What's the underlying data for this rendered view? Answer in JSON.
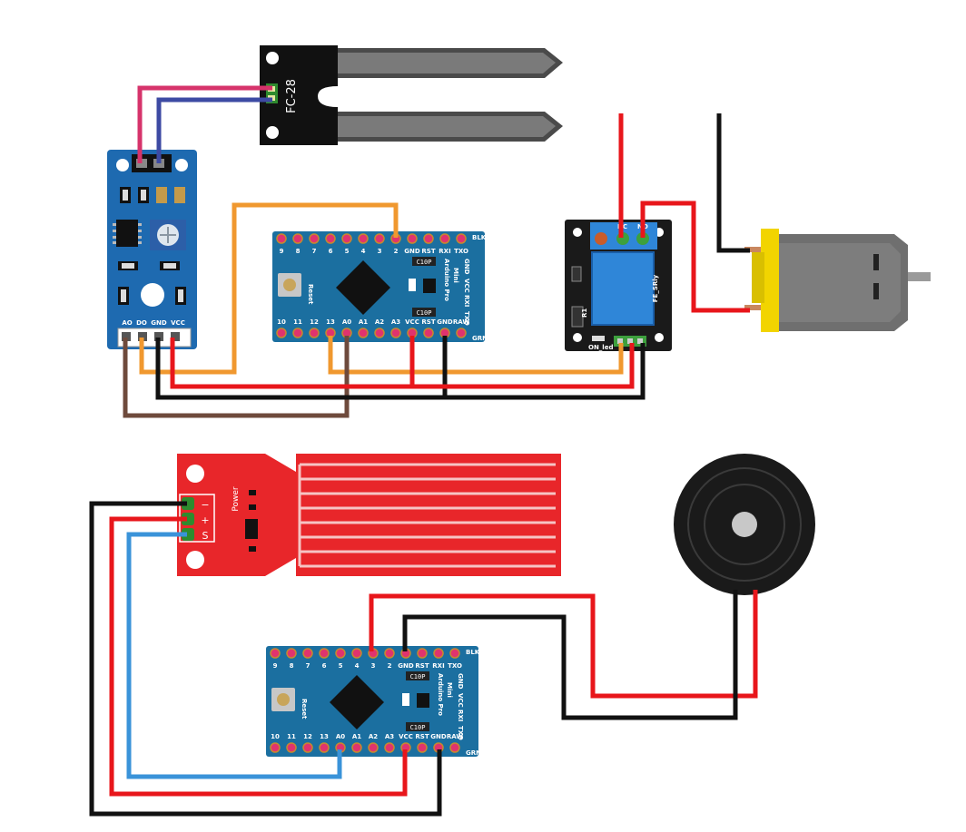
{
  "colors": {
    "arduino_board": "#1b6fa0",
    "relay_board": "#1a1a1a",
    "relay_cube": "#2f86d8",
    "water_sensor": "#e8262a",
    "motor_cap": "#f2d400",
    "wire_red": "#e8161b",
    "wire_black": "#111111",
    "wire_orange": "#f0982f",
    "wire_brown": "#6e4a3c",
    "wire_pink": "#d6336b",
    "wire_navy": "#3d4aa3",
    "wire_blue": "#3a93d9"
  },
  "soil_probe": {
    "label": "FC-28"
  },
  "soil_module": {
    "pin_labels": [
      "AO",
      "DO",
      "GND",
      "VCC"
    ]
  },
  "arduino": {
    "top_pins": [
      "9",
      "8",
      "7",
      "6",
      "5",
      "4",
      "3",
      "2",
      "GND",
      "RST",
      "RXI",
      "TXO"
    ],
    "bottom_pins": [
      "10",
      "11",
      "12",
      "13",
      "A0",
      "A1",
      "A2",
      "A3",
      "VCC",
      "RST",
      "GND",
      "RAW"
    ],
    "right_top": "BLK",
    "right_bottom": "GRN",
    "side_pins": [
      "GND",
      "VCC",
      "RXI",
      "TXO"
    ],
    "name_line1": "Arduino Pro",
    "name_line2": "Mini",
    "reset_label": "Reset",
    "cap_label": "C10P"
  },
  "relay": {
    "name": "FE_SRly",
    "led_label": "ON_led",
    "resistor_label": "R1",
    "terminal_labels": [
      "NC",
      "NO"
    ]
  },
  "water_sensor": {
    "power_label": "Power",
    "pin_labels": [
      "−",
      "+",
      "S"
    ]
  }
}
